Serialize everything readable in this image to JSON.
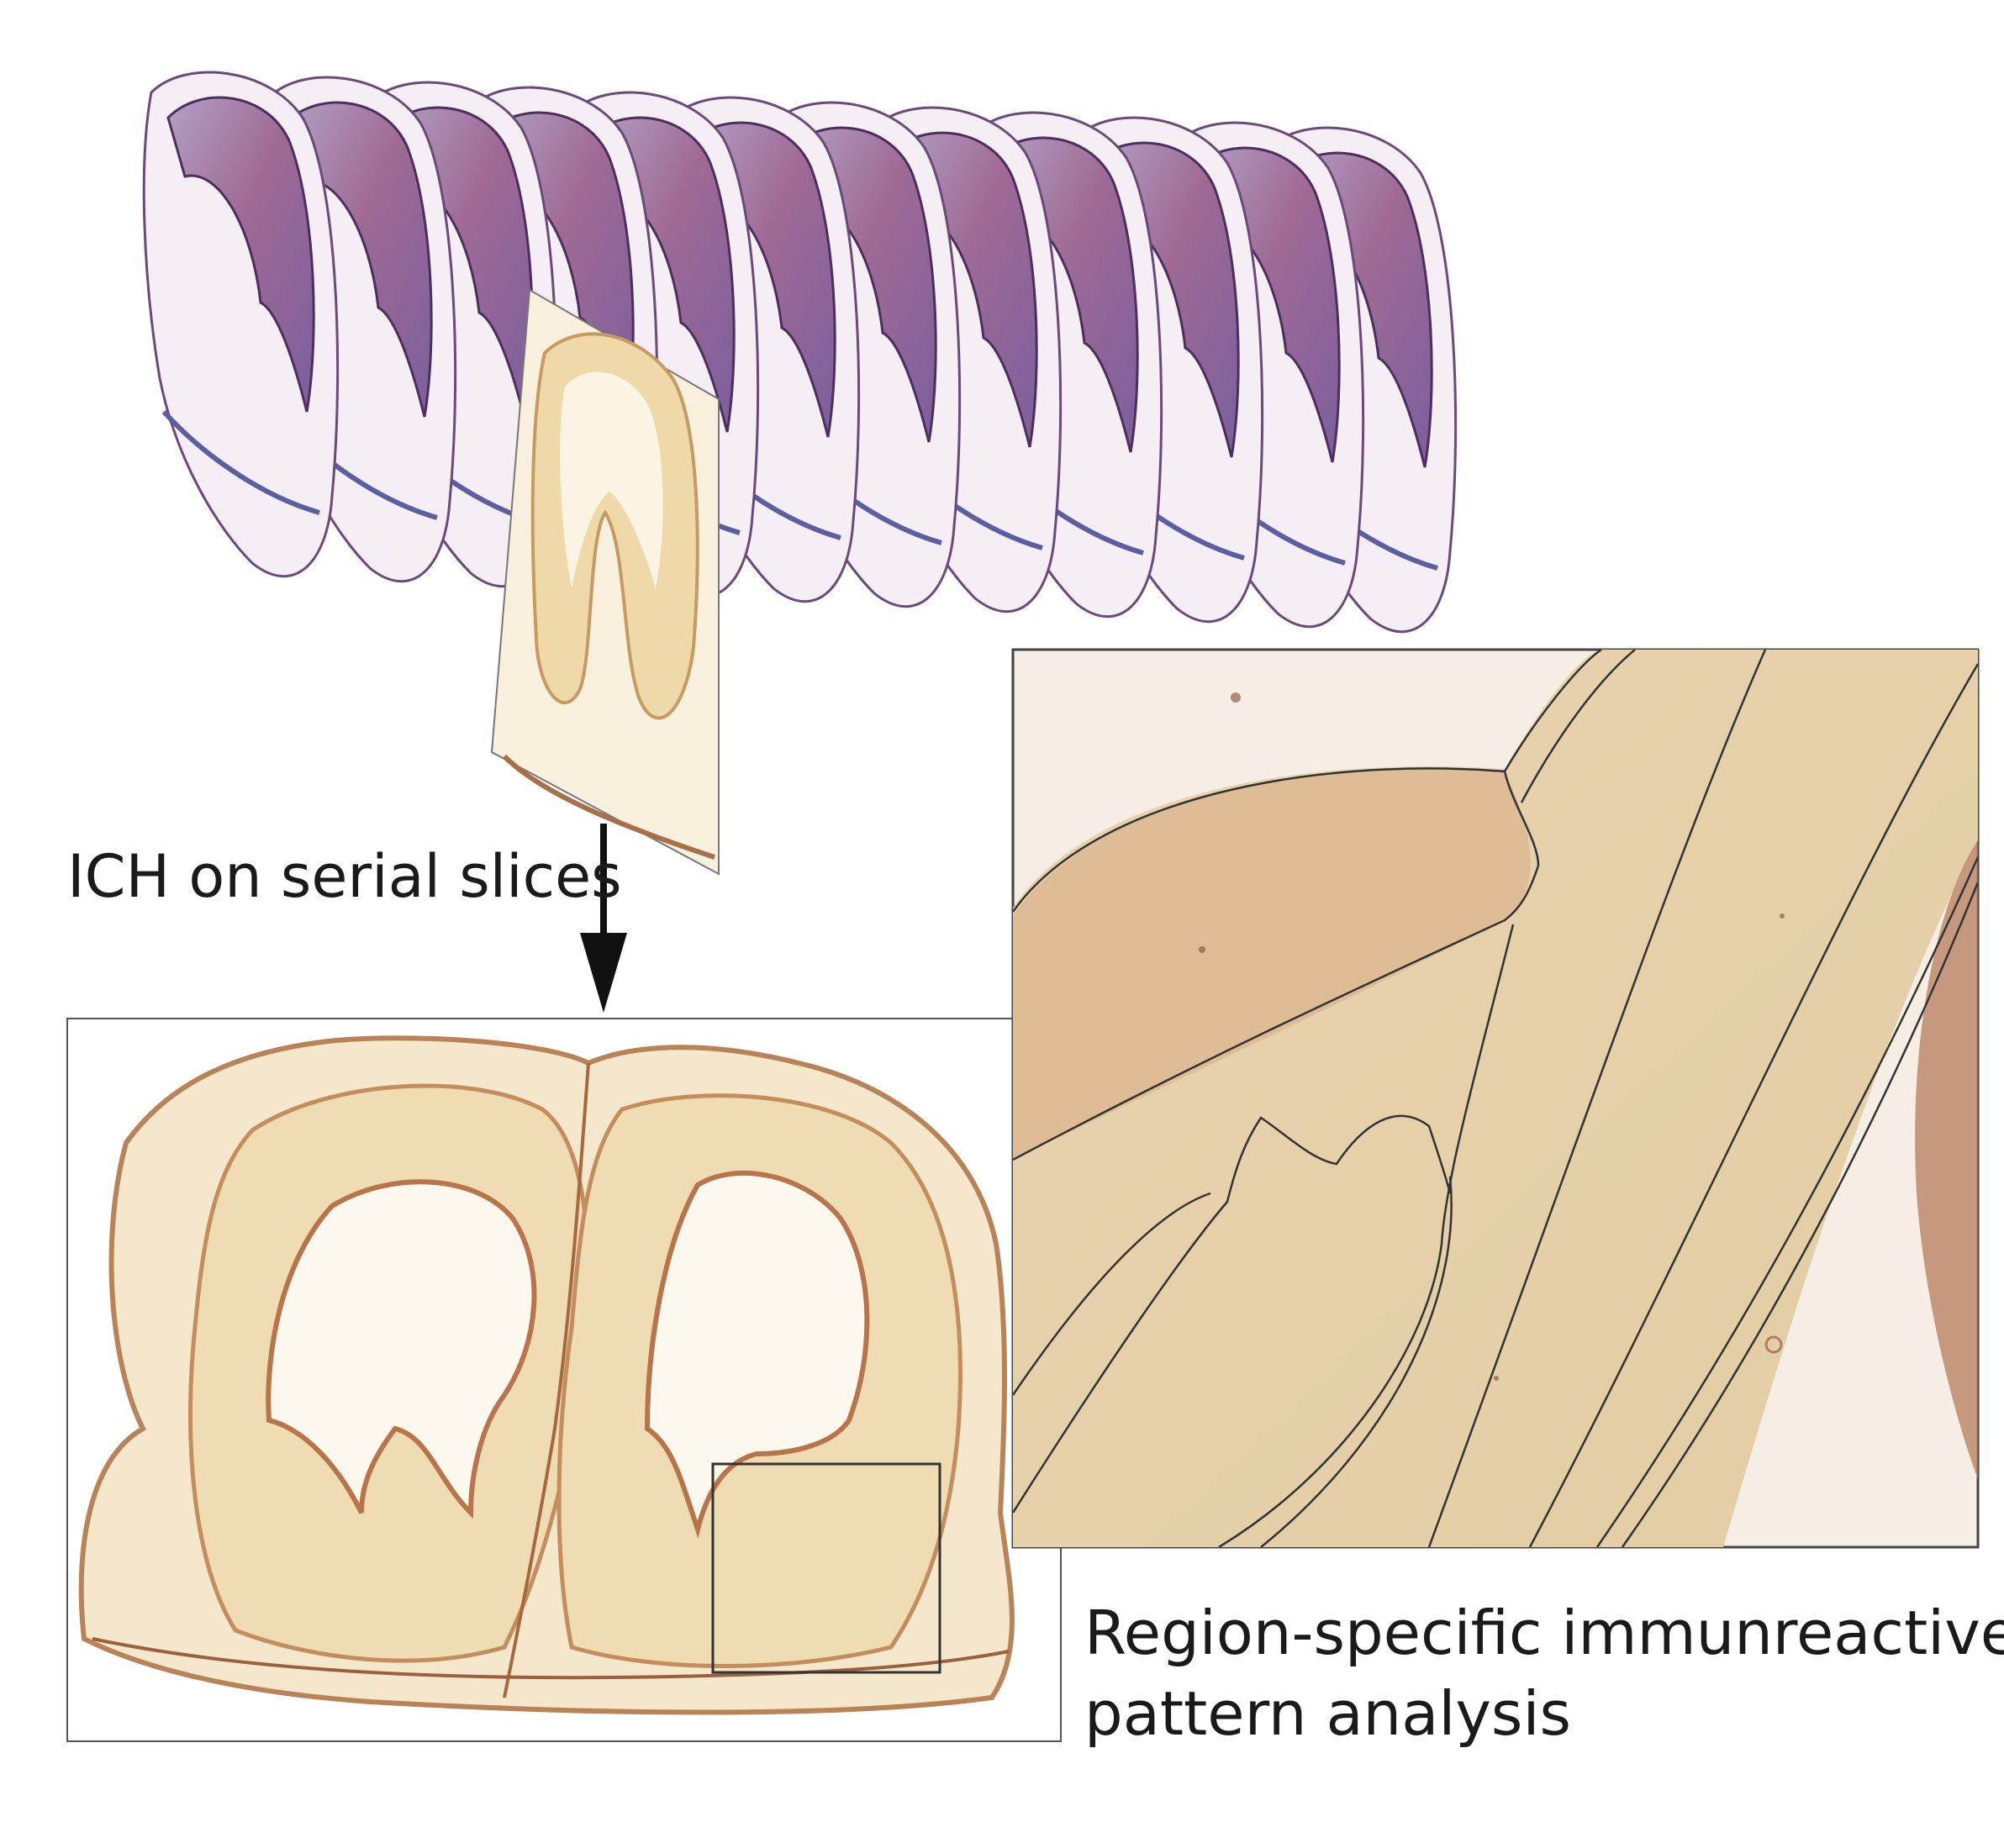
{
  "labels": {
    "process_step": "ICH on serial slices",
    "analysis_line1": "Region-specific immunreactive",
    "analysis_line2": "pattern analysis"
  },
  "colors": {
    "stain_purple": "#8a4f7d",
    "stain_pink": "#c87a9a",
    "stain_blue": "#6a6fae",
    "ihc_tan": "#efdcb4",
    "ihc_brown": "#b3774a",
    "outline": "#2b2b2b"
  },
  "icons": [
    "down-arrow-icon"
  ]
}
